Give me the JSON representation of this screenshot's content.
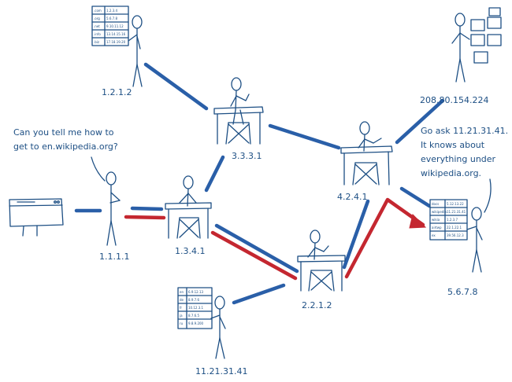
{
  "colors": {
    "ink": "#1d4f84",
    "blue_path": "#2a5fa8",
    "red_path": "#c42730"
  },
  "nodes": {
    "client": {
      "label": "1.1.1.1"
    },
    "root": {
      "label": "1.2.1.2"
    },
    "resolver_a": {
      "label": "3.3.3.1"
    },
    "resolver_b": {
      "label": "1.3.4.1"
    },
    "org_server": {
      "label": "4.2.4.1"
    },
    "mid_server": {
      "label": "2.2.1.2"
    },
    "wiki_owner": {
      "label": "5.6.7.8"
    },
    "top_right": {
      "label": "208.80.154.224"
    },
    "bottom_person": {
      "label": "11.21.31.41"
    }
  },
  "speech": {
    "question": [
      "Can you tell me how to",
      "get to en.wikipedia.org?"
    ],
    "answer": [
      "Go ask 11.21.31.41.",
      "It knows about",
      "everything under",
      "wikipedia.org."
    ]
  },
  "tables": {
    "root_table": [
      [
        ".com",
        "1.2.3.4"
      ],
      [
        ".org",
        "5.6.7.8"
      ],
      [
        ".net",
        "9.10.11.12"
      ],
      [
        ".info",
        "13.14.15.16"
      ],
      [
        ".biz",
        "17.18.19.20"
      ]
    ],
    "wiki_table": [
      [
        "docs",
        "5.12.13.22"
      ],
      [
        "wikipedia",
        "11.21.31.41"
      ],
      [
        "wikia",
        "1.2.3.7"
      ],
      [
        "airtwp",
        "22.1.22.1"
      ],
      [
        "ex",
        "39.56.12.3"
      ]
    ],
    "bottom_table": [
      [
        "en",
        "6.9.12.13"
      ],
      [
        "de",
        "8.9.7.6"
      ],
      [
        "fr",
        "10.12.3.1"
      ],
      [
        "ja",
        "8.7.6.5"
      ],
      [
        "ru",
        "9.8.9.200"
      ]
    ]
  }
}
